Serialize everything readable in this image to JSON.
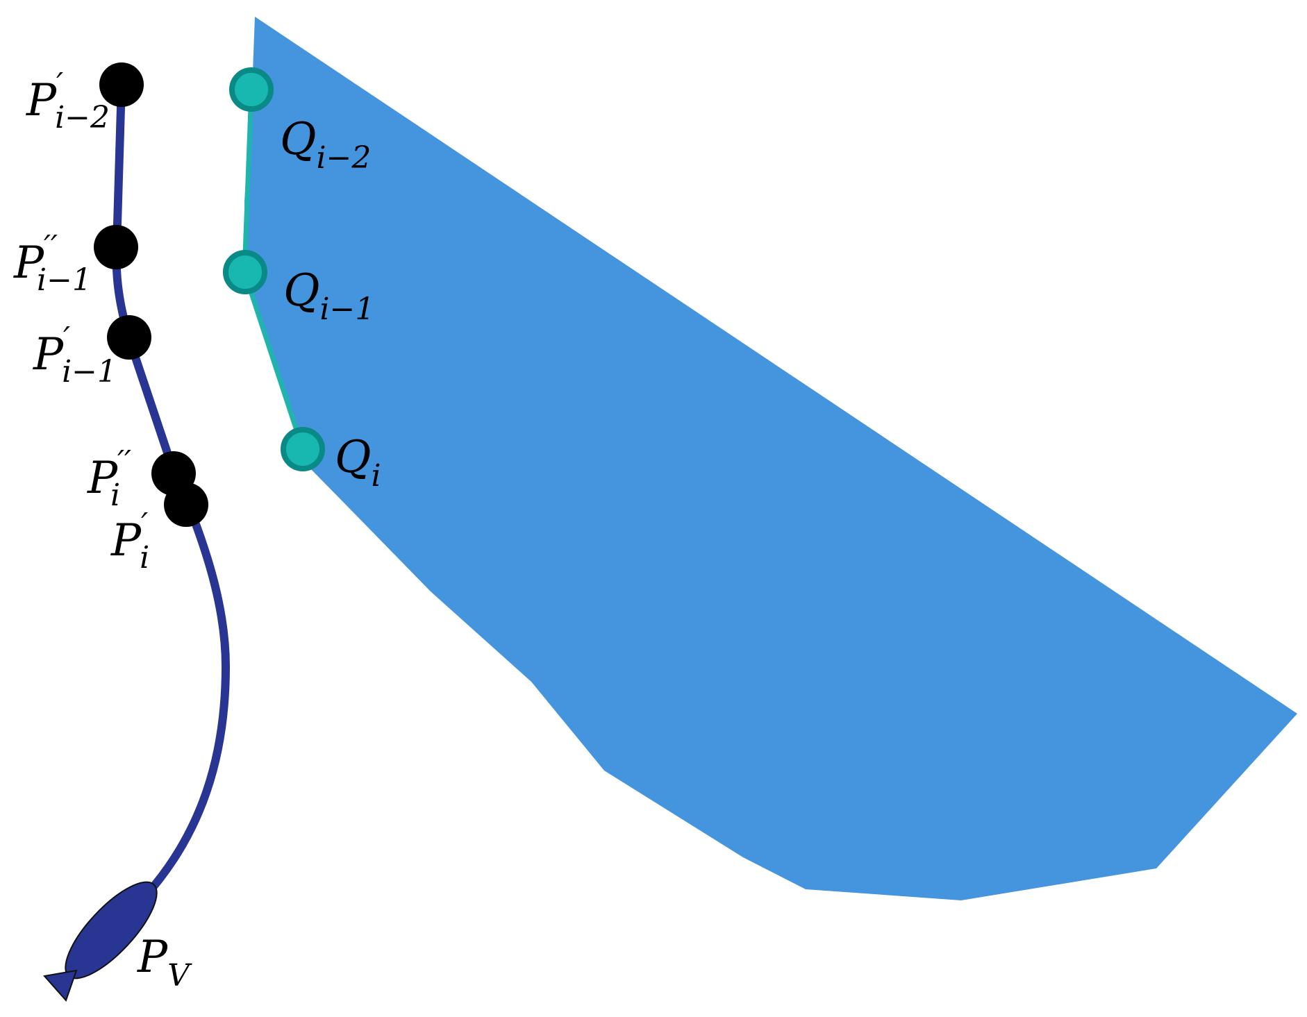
{
  "colors": {
    "region": "#4494de",
    "vessel_path": "#283593",
    "waypoint_fill": "#000000",
    "target_fill": "#18b8b0",
    "target_stroke": "#0a8a86",
    "target_line": "#1fb4ad"
  },
  "labels": {
    "p_im2": {
      "base": "P",
      "prime": "′",
      "sub": "i−2"
    },
    "p_im1_dbl": {
      "base": "P",
      "prime": "′′",
      "sub": "i−1"
    },
    "p_im1": {
      "base": "P",
      "prime": "′",
      "sub": "i−1"
    },
    "p_i_dbl": {
      "base": "P",
      "prime": "′′",
      "sub": "i"
    },
    "p_i": {
      "base": "P",
      "prime": "′",
      "sub": "i"
    },
    "p_v": {
      "base": "P",
      "sub": "V"
    },
    "q_im2": {
      "base": "Q",
      "sub": "i−2"
    },
    "q_im1": {
      "base": "Q",
      "sub": "i−1"
    },
    "q_i": {
      "base": "Q",
      "sub": "i"
    }
  },
  "icons": {
    "vessel": "vessel-icon"
  }
}
